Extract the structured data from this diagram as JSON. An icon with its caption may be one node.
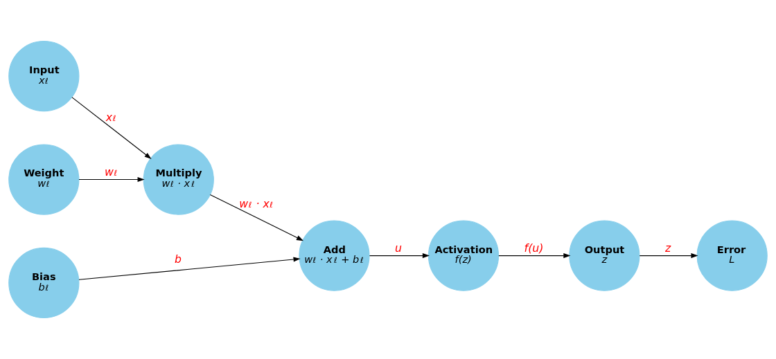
{
  "diagram": {
    "nodes": [
      {
        "text": [
          "Input",
          "x$^{ℓ}$"
        ]
      },
      {
        "text": [
          "Weight",
          "w$^{ℓ}$"
        ]
      },
      {
        "text": [
          "Bias",
          "b$^{ℓ}$"
        ]
      },
      {
        "text": [
          "Multiply",
          "w$^{ℓ}$ · x$^{ℓ}$"
        ]
      },
      {
        "text": [
          "Add",
          "w$^{ℓ}$ · x$^{ℓ}$ + b$^{ℓ}$"
        ]
      },
      {
        "text": [
          "Activation",
          "f(z)"
        ]
      },
      {
        "text": [
          "Output",
          "z"
        ]
      },
      {
        "text": [
          "Error",
          "L"
        ]
      }
    ],
    "edges": [
      {
        "from": 0,
        "to": 3,
        "arrow": "to",
        "label": "x$^{ℓ}$"
      },
      {
        "from": 1,
        "to": 3,
        "arrow": "to",
        "label": "w$^{ℓ}$"
      },
      {
        "from": 3,
        "to": 4,
        "arrow": "to",
        "label": "w$^{ℓ}$ · x$^{ℓ}$"
      },
      {
        "from": 2,
        "to": 4,
        "arrow": "to",
        "label": "b"
      },
      {
        "from": 4,
        "to": 5,
        "arrow": "to",
        "label": "u"
      },
      {
        "from": 5,
        "to": 6,
        "arrow": "to",
        "label": "f(u)"
      },
      {
        "from": 6,
        "to": 7,
        "arrow": "to",
        "label": "z"
      }
    ]
  }
}
